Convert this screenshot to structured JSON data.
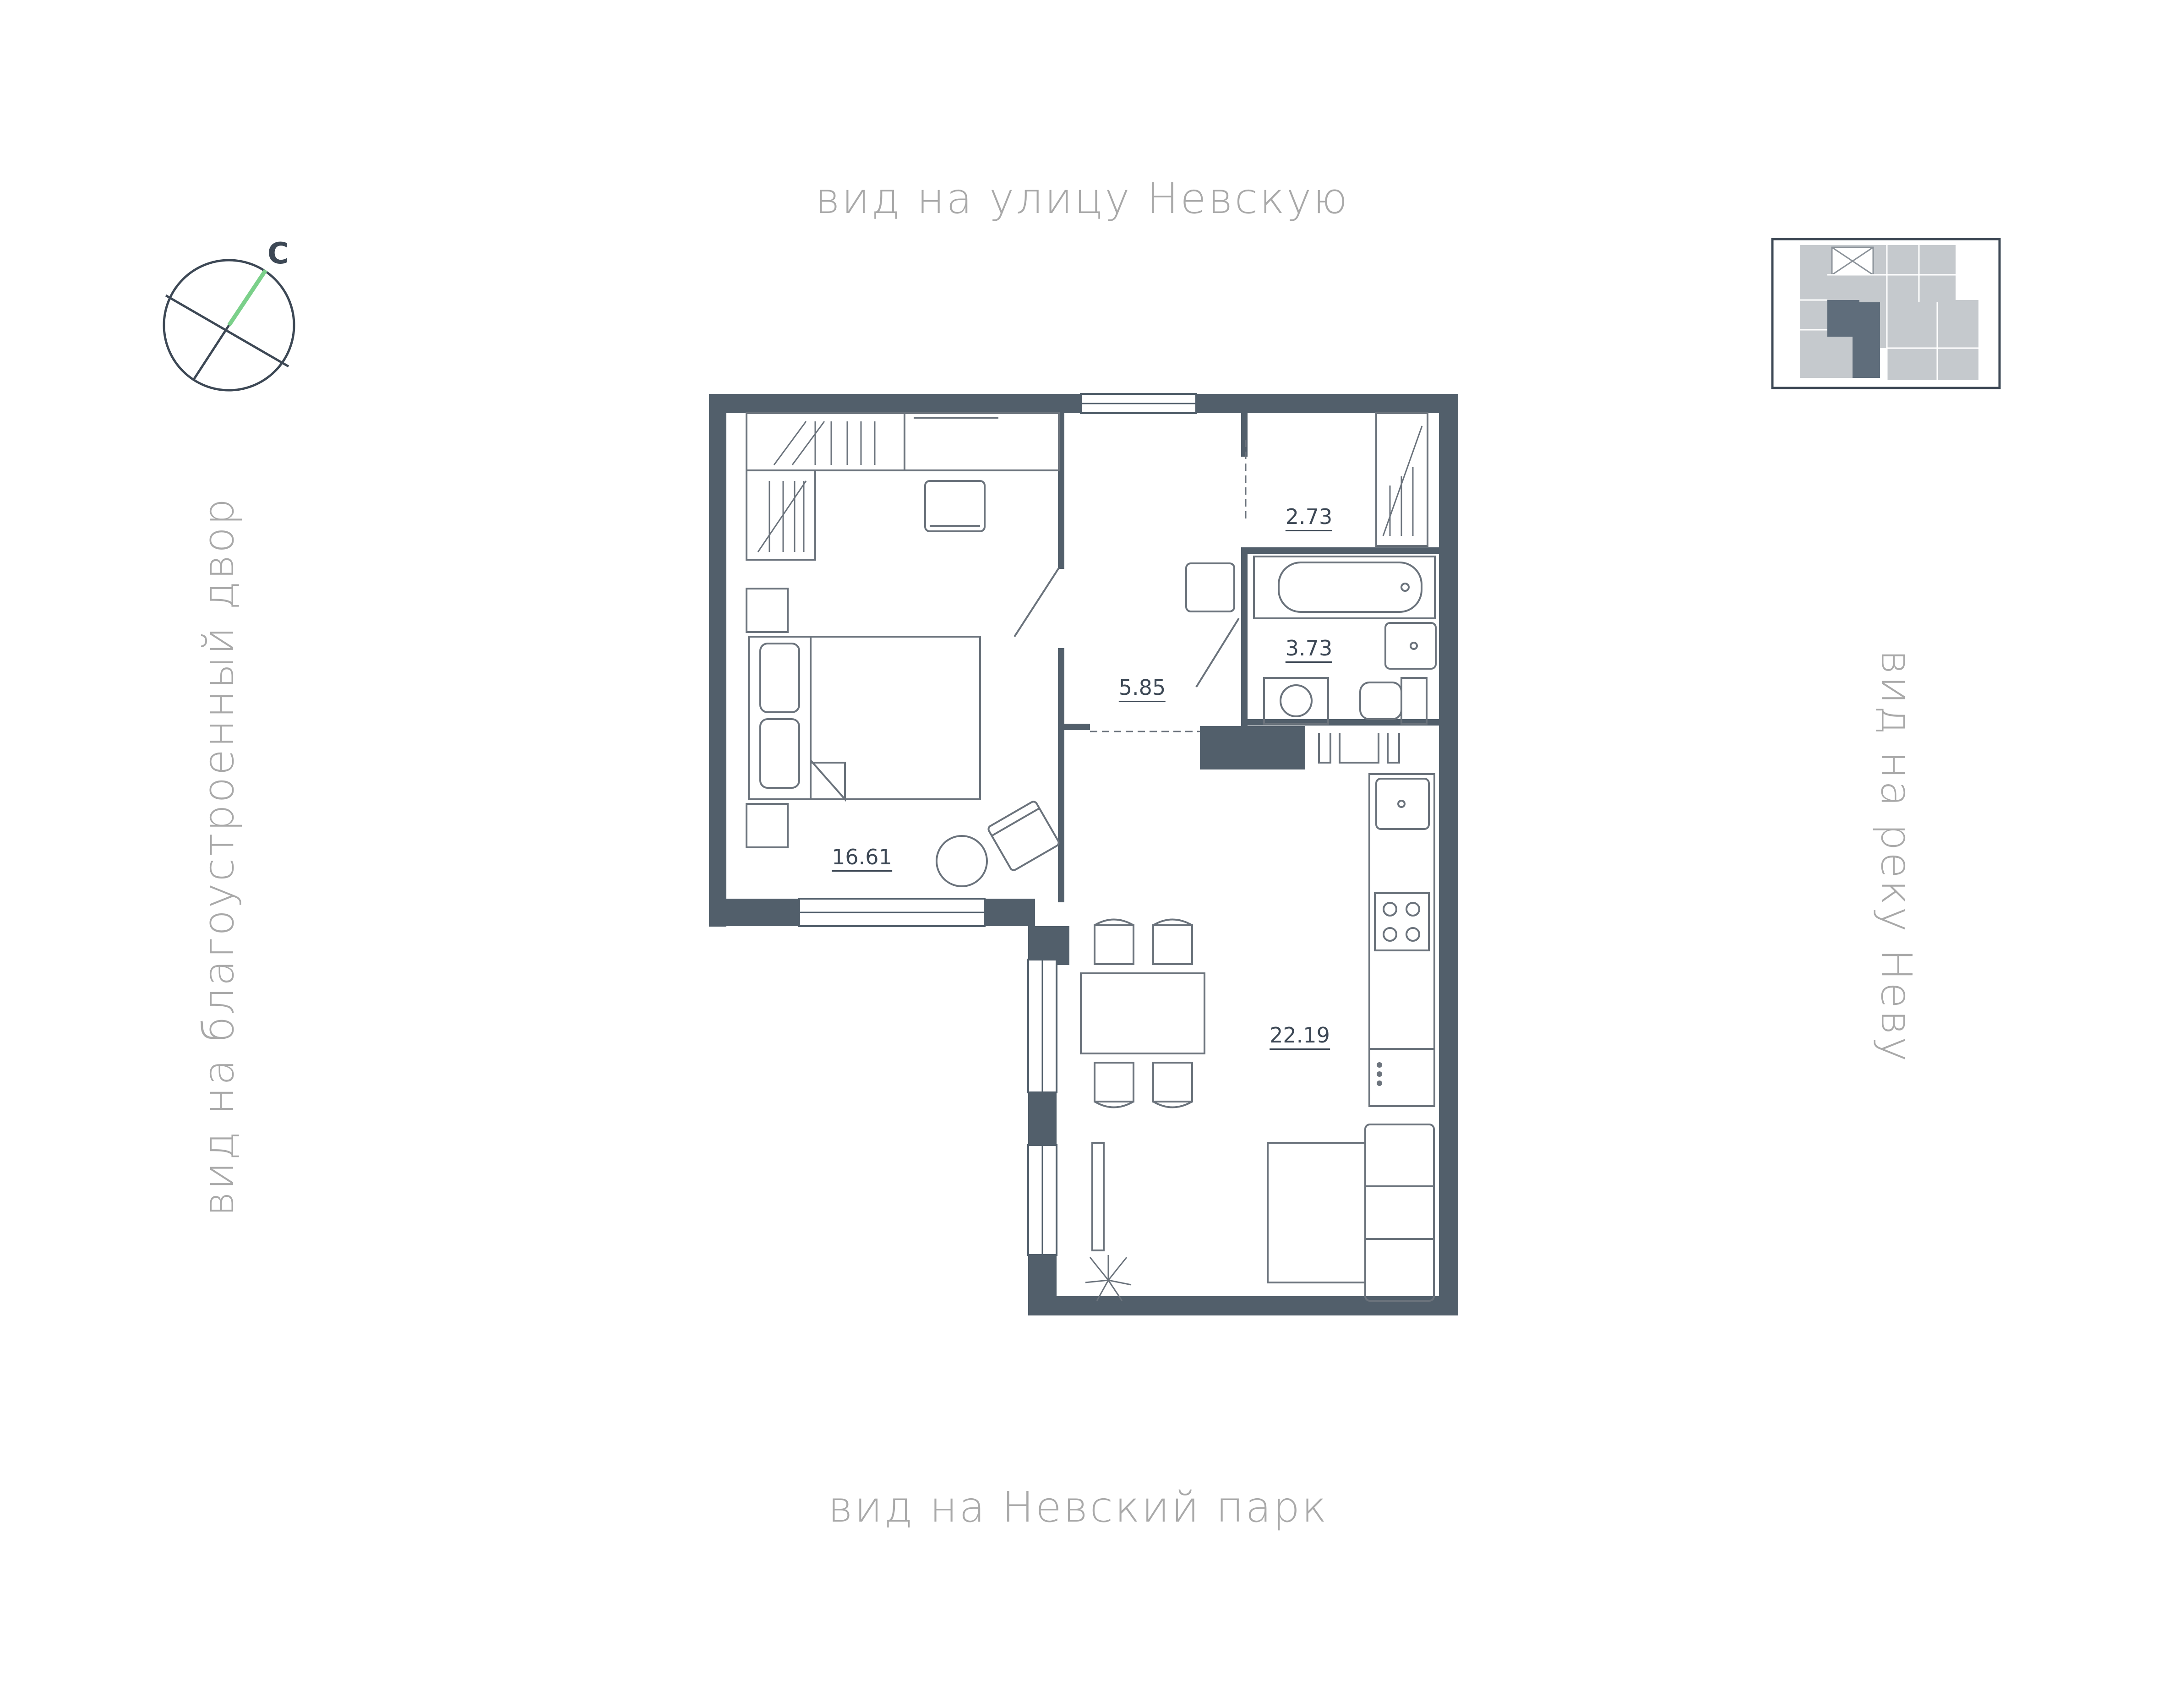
{
  "views": {
    "top": "вид на улицу Невскую",
    "bottom": "вид на Невский парк",
    "left": "вид на благоустроенный двор",
    "right": "вид на реку Неву"
  },
  "compass": {
    "north_label": "С",
    "accent_color": "#7bd08a",
    "stroke_color": "#3d4855"
  },
  "rooms": [
    {
      "id": "bedroom",
      "area": "16.61"
    },
    {
      "id": "hallway",
      "area": "5.85"
    },
    {
      "id": "storage",
      "area": "2.73"
    },
    {
      "id": "bathroom",
      "area": "3.73"
    },
    {
      "id": "kitchen-living",
      "area": "22.19"
    }
  ],
  "colors": {
    "wall": "#525f6b",
    "furniture_stroke": "#6b737c",
    "highlight_unit": "#5f6d7b",
    "minimap_fill": "#c5c9cd"
  }
}
